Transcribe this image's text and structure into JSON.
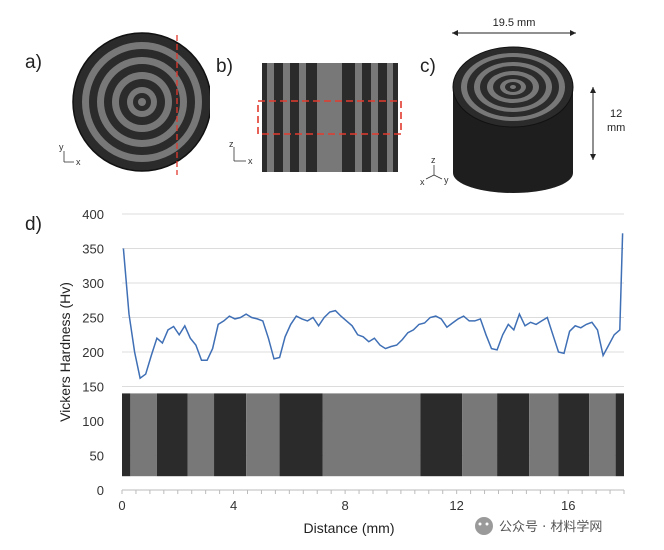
{
  "panels": {
    "a": "a)",
    "b": "b)",
    "c": "c)",
    "d": "d)"
  },
  "axes_small": {
    "a_y": "y",
    "a_x": "x",
    "b_z": "z",
    "b_x": "x",
    "c_z": "z",
    "c_x": "x",
    "c_y": "y"
  },
  "dimensions": {
    "diameter": "19.5 mm",
    "height_value": "12",
    "height_unit": "mm"
  },
  "watermark": "公众号 · 材料学网",
  "colors": {
    "dark_band": "#2b2b2b",
    "light_band": "#787878",
    "line": "#3f6fb5",
    "section_line": "#e23a2e"
  },
  "chart_data": {
    "type": "line",
    "xlabel": "Distance (mm)",
    "ylabel": "Vickers Hardness (Hv)",
    "xlim": [
      0,
      18
    ],
    "ylim": [
      0,
      400
    ],
    "x_ticks": [
      "0",
      "4",
      "8",
      "12",
      "16"
    ],
    "y_ticks": [
      "0",
      "50",
      "100",
      "150",
      "200",
      "250",
      "300",
      "350",
      "400"
    ],
    "grid": true,
    "series": [
      {
        "x": [
          0.05,
          0.25,
          0.45,
          0.65,
          0.85,
          1.05,
          1.25,
          1.45,
          1.65,
          1.85,
          2.05,
          2.25,
          2.45,
          2.65,
          2.85,
          3.05,
          3.25,
          3.45,
          3.65,
          3.85,
          4.05,
          4.25,
          4.45,
          4.65,
          4.85,
          5.05,
          5.25,
          5.45,
          5.65,
          5.85,
          6.05,
          6.25,
          6.45,
          6.65,
          6.85,
          7.05,
          7.25,
          7.45,
          7.65,
          7.85,
          8.05,
          8.25,
          8.45,
          8.65,
          8.85,
          9.05,
          9.25,
          9.45,
          9.65,
          9.85,
          10.05,
          10.25,
          10.45,
          10.65,
          10.85,
          11.05,
          11.25,
          11.45,
          11.65,
          11.85,
          12.05,
          12.25,
          12.45,
          12.65,
          12.85,
          13.05,
          13.25,
          13.45,
          13.65,
          13.85,
          14.05,
          14.25,
          14.45,
          14.65,
          14.85,
          15.05,
          15.25,
          15.45,
          15.65,
          15.85,
          16.05,
          16.25,
          16.45,
          16.65,
          16.85,
          17.05,
          17.25,
          17.45,
          17.65,
          17.85,
          17.95
        ],
        "y": [
          350,
          255,
          200,
          162,
          168,
          195,
          220,
          213,
          232,
          237,
          225,
          238,
          220,
          210,
          188,
          188,
          205,
          240,
          245,
          252,
          248,
          250,
          255,
          250,
          248,
          245,
          220,
          190,
          192,
          222,
          240,
          252,
          248,
          245,
          250,
          238,
          250,
          258,
          260,
          252,
          245,
          238,
          225,
          222,
          215,
          220,
          210,
          205,
          208,
          210,
          218,
          228,
          232,
          240,
          242,
          250,
          252,
          248,
          236,
          242,
          248,
          252,
          245,
          245,
          248,
          225,
          205,
          203,
          225,
          240,
          232,
          255,
          238,
          243,
          240,
          245,
          250,
          225,
          200,
          198,
          230,
          238,
          235,
          240,
          243,
          232,
          195,
          210,
          225,
          232,
          372
        ]
      }
    ],
    "background_bands": [
      {
        "start": 0,
        "end": 0.3,
        "color": "dark"
      },
      {
        "start": 0.3,
        "end": 1.25,
        "color": "light"
      },
      {
        "start": 1.25,
        "end": 2.35,
        "color": "dark"
      },
      {
        "start": 2.35,
        "end": 3.3,
        "color": "light"
      },
      {
        "start": 3.3,
        "end": 4.45,
        "color": "dark"
      },
      {
        "start": 4.45,
        "end": 5.65,
        "color": "light"
      },
      {
        "start": 5.65,
        "end": 7.2,
        "color": "dark"
      },
      {
        "start": 7.2,
        "end": 10.7,
        "color": "light"
      },
      {
        "start": 10.7,
        "end": 12.2,
        "color": "dark"
      },
      {
        "start": 12.2,
        "end": 13.45,
        "color": "light"
      },
      {
        "start": 13.45,
        "end": 14.6,
        "color": "dark"
      },
      {
        "start": 14.6,
        "end": 15.65,
        "color": "light"
      },
      {
        "start": 15.65,
        "end": 16.75,
        "color": "dark"
      },
      {
        "start": 16.75,
        "end": 17.7,
        "color": "light"
      },
      {
        "start": 17.7,
        "end": 18,
        "color": "dark"
      }
    ],
    "band_range": [
      20,
      140
    ]
  }
}
